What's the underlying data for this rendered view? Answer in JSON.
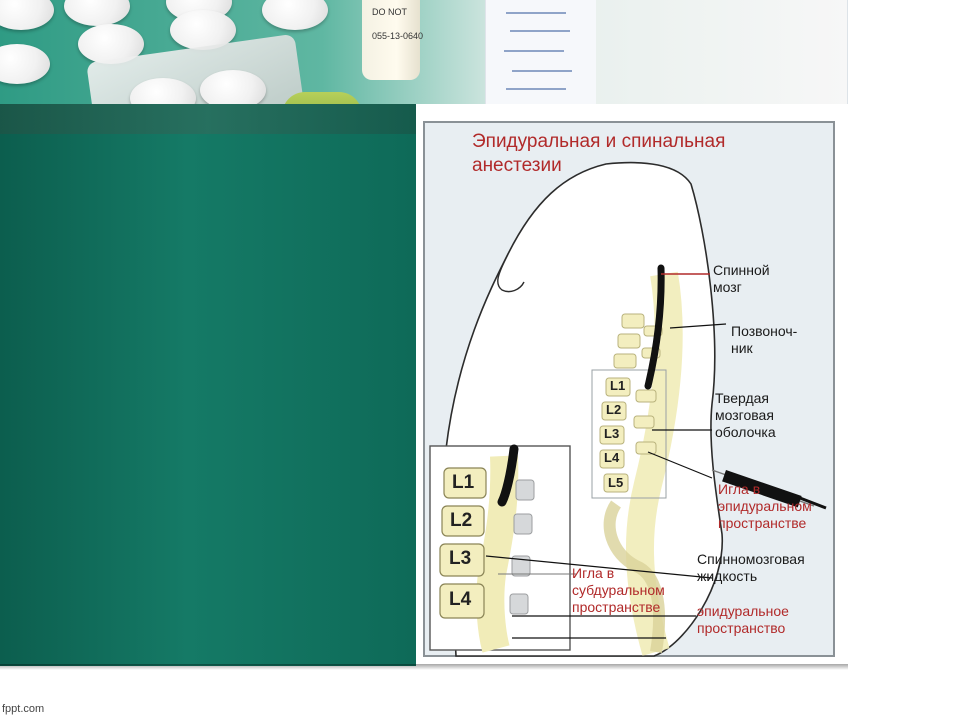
{
  "banner": {
    "bottle_text": "DO NOT\n\n055-13-0640"
  },
  "diagram": {
    "title": "Эпидуральная и спинальная\nанестезии",
    "labels": {
      "spinal_cord": "Спинной\nмозг",
      "spine": "Позвоноч-\nник",
      "dura": "Твердая\nмозговая\nоболочка",
      "needle_epidural": "Игла в\nэпидуральном\nпространстве",
      "csf": "Спинномозговая\nжидкость",
      "epidural_space": "эпидуральное\nпространство",
      "needle_subdural": "Игла в\nсубдуральном\nпространстве"
    },
    "vertebrae_small": [
      "L1",
      "L2",
      "L3",
      "L4",
      "L5"
    ],
    "vertebrae_inset": [
      "L1",
      "L2",
      "L3",
      "L4"
    ]
  },
  "footer": {
    "credit": "fppt.com"
  },
  "colors": {
    "panel": "#157a66",
    "accent_red": "#b12a2a",
    "bone": "#f1ecb8"
  }
}
